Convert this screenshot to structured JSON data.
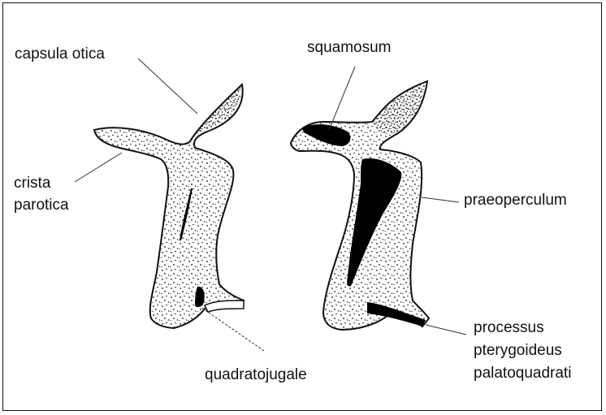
{
  "labels": {
    "capsula_otica": "capsula otica",
    "crista_parotica": [
      "crista",
      "parotica"
    ],
    "quadratojugale": "quadratojugale",
    "squamosum": "squamosum",
    "praeoperculum": "praeoperculum",
    "processus_pterygoideus": [
      "processus",
      "pterygoideus",
      "palatoquadrati"
    ]
  },
  "colors": {
    "ink": "#111111",
    "bone_fill": "#ffffff",
    "dark_element": "#000000"
  }
}
